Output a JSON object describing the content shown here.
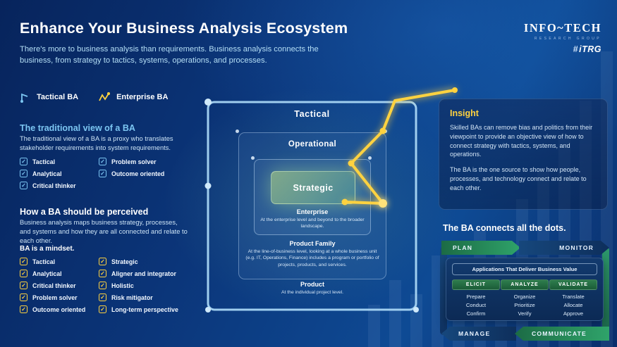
{
  "colors": {
    "accent_blue": "#7cc6f2",
    "accent_yellow": "#ffd23f",
    "green": "#2fa36a",
    "navy": "#0d2f5e"
  },
  "icons": {
    "check": "✓"
  },
  "header": {
    "title": "Enhance Your Business Analysis Ecosystem",
    "subtitle": "There's more to business analysis than requirements. Business analysis connects the business, from strategy to tactics, systems, operations, and processes.",
    "logo_primary": "Info~Tech",
    "logo_secondary": "Research Group",
    "logo_itrg": "iTRG"
  },
  "legend": {
    "tactical_label": "Tactical BA",
    "enterprise_label": "Enterprise BA"
  },
  "traditional": {
    "heading": "The traditional view of a BA",
    "body": "The traditional view of a BA is a proxy who translates stakeholder requirements into system requirements.",
    "col1": [
      "Tactical",
      "Analytical",
      "Critical thinker"
    ],
    "col2": [
      "Problem solver",
      "Outcome oriented"
    ]
  },
  "perceived": {
    "heading": "How a BA should be perceived",
    "body": "Business analysis maps business strategy, processes, and systems and how they are all connected and relate to each other.",
    "mindset": "BA is a mindset.",
    "col1": [
      "Tactical",
      "Analytical",
      "Critical thinker",
      "Problem solver",
      "Outcome oriented"
    ],
    "col2": [
      "Strategic",
      "Aligner and integrator",
      "Holistic",
      "Risk mitigator",
      "Long-term perspective"
    ]
  },
  "ecosystem": {
    "tactical": "Tactical",
    "operational": "Operational",
    "strategic": "Strategic",
    "levels": [
      {
        "label": "Enterprise",
        "desc": "At the enterprise level and beyond to the broader landscape."
      },
      {
        "label": "Product Family",
        "desc": "At the line-of-business level, looking at a whole business unit (e.g. IT, Operations, Finance) includes a program or portfolio of projects, products, and services."
      },
      {
        "label": "Product",
        "desc": "At the individual project level."
      }
    ]
  },
  "insight": {
    "heading": "Insight",
    "para1": "Skilled BAs can remove bias and politics from their viewpoint to provide an objective view of how to connect strategy with tactics, systems, and operations.",
    "para2": "The BA is the one source to show how people, processes, and technology connect and relate to each other."
  },
  "cycle": {
    "heading": "The BA connects all the dots.",
    "plan": "PLAN",
    "monitor": "MONITOR",
    "manage": "MANAGE",
    "communicate": "COMMUNICATE",
    "center_title": "Applications That Deliver Business Value",
    "stages": [
      {
        "label": "ELICIT",
        "items": [
          "Prepare",
          "Conduct",
          "Confirm"
        ]
      },
      {
        "label": "ANALYZE",
        "items": [
          "Organize",
          "Prioritize",
          "Verify"
        ]
      },
      {
        "label": "VALIDATE",
        "items": [
          "Translate",
          "Allocate",
          "Approve"
        ]
      }
    ]
  }
}
